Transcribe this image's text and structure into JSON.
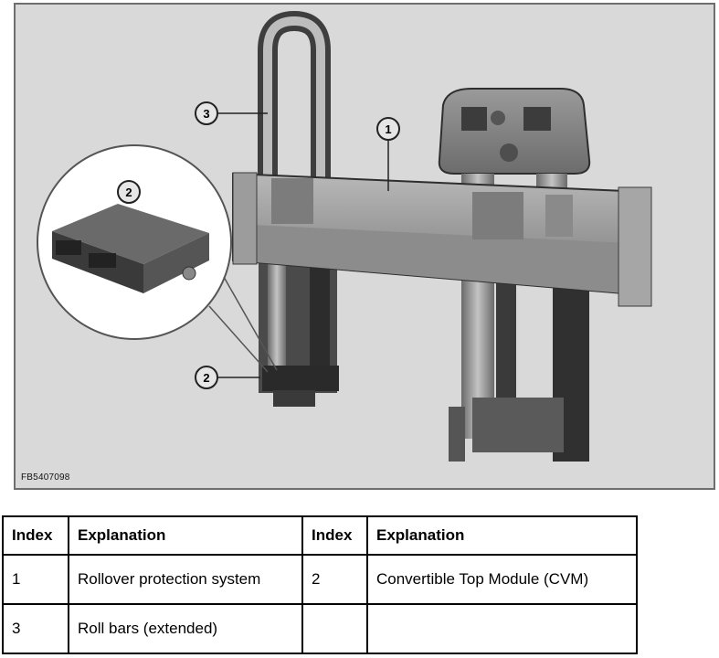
{
  "figure": {
    "code": "FB5407098",
    "callouts": [
      {
        "label": "1"
      },
      {
        "label": "2"
      },
      {
        "label": "2"
      },
      {
        "label": "3"
      }
    ]
  },
  "legend": {
    "headers": [
      "Index",
      "Explanation",
      "Index",
      "Explanation"
    ],
    "rows": [
      [
        "1",
        "Rollover protection system",
        "2",
        "Convertible Top Module (CVM)"
      ],
      [
        "3",
        "Roll bars (extended)",
        "",
        ""
      ]
    ]
  }
}
